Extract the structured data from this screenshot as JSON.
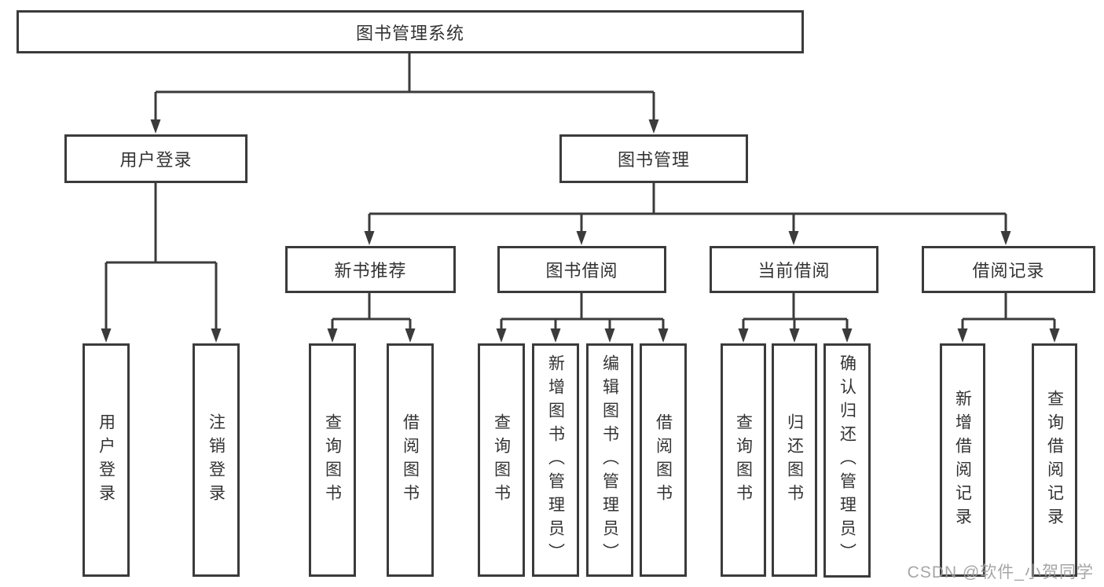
{
  "tree": {
    "root": {
      "label": "图书管理系统",
      "children": [
        {
          "label": "用户登录",
          "children": [
            {
              "label": "用户登录"
            },
            {
              "label": "注销登录"
            }
          ]
        },
        {
          "label": "图书管理",
          "children": [
            {
              "label": "新书推荐",
              "children": [
                {
                  "label": "查询图书"
                },
                {
                  "label": "借阅图书"
                }
              ]
            },
            {
              "label": "图书借阅",
              "children": [
                {
                  "label": "查询图书"
                },
                {
                  "label": "新增图书（管理员）"
                },
                {
                  "label": "编辑图书（管理员）"
                },
                {
                  "label": "借阅图书"
                }
              ]
            },
            {
              "label": "当前借阅",
              "children": [
                {
                  "label": "查询图书"
                },
                {
                  "label": "归还图书"
                },
                {
                  "label": "确认归还（管理员）"
                }
              ]
            },
            {
              "label": "借阅记录",
              "children": [
                {
                  "label": "新增借阅记录"
                },
                {
                  "label": "查询借阅记录"
                }
              ]
            }
          ]
        }
      ]
    }
  },
  "watermark": {
    "text": "CSDN @软件_小贺同学"
  },
  "colors": {
    "line": "#3b3b3b",
    "text": "#333333",
    "box_background": "#ffffff",
    "page_background": "#ffffff",
    "watermark": "#9e9e9e"
  }
}
